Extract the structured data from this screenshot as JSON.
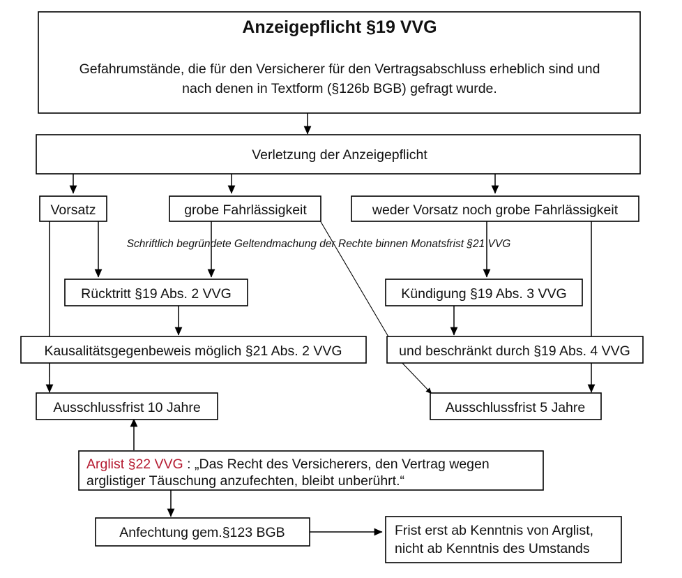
{
  "diagram": {
    "title": "Anzeigepflicht §19 VVG",
    "language": "de",
    "accent_red": "#B51A30",
    "text_color": "#111111",
    "box_stroke": "#000000",
    "background": "#ffffff"
  },
  "nodes": {
    "top": {
      "id": "anzeigepflicht",
      "heading": "Anzeigepflicht §19 VVG",
      "body_line1": "Gefahrumstände, die für den Versicherer für den Vertragsabschluss erheblich sind und",
      "body_line2": "nach denen in Textform (§126b BGB) gefragt wurde."
    },
    "violation": {
      "id": "verletzung",
      "label": "Verletzung der Anzeigepflicht",
      "color": "#B51A30"
    },
    "fault_levels": [
      {
        "id": "vorsatz",
        "label": "Vorsatz"
      },
      {
        "id": "grobe-fahrlaessigkeit",
        "label": "grobe Fahrlässigkeit"
      },
      {
        "id": "weder-vorsatz",
        "label": "weder Vorsatz noch grobe Fahrlässigkeit"
      }
    ],
    "note": {
      "id": "monatsfrist",
      "label": "Schriftlich begründete Geltendmachung der Rechte binnen Monatsfrist §21 VVG"
    },
    "remedies": [
      {
        "id": "ruecktritt",
        "label": "Rücktritt §19 Abs. 2 VVG"
      },
      {
        "id": "kuendigung",
        "label": "Kündigung §19 Abs. 3 VVG"
      }
    ],
    "limits": [
      {
        "id": "kausalitaetsgegenbeweis",
        "label": "Kausalitätsgegenbeweis möglich §21 Abs. 2 VVG"
      },
      {
        "id": "beschraenkt",
        "label": "und beschränkt durch §19 Abs. 4 VVG"
      }
    ],
    "deadlines": [
      {
        "id": "ausschlussfrist-10",
        "label": "Ausschlussfrist 10 Jahre"
      },
      {
        "id": "ausschlussfrist-5",
        "label": "Ausschlussfrist 5 Jahre"
      }
    ],
    "arglist": {
      "id": "arglist",
      "accent_label": "Arglist §22 VVG",
      "separator": " : ",
      "quote_line1": "„Das Recht des Versicherers, den Vertrag wegen",
      "quote_line2": "arglistiger Täuschung anzufechten, bleibt unberührt.“",
      "color": "#B51A30"
    },
    "anfechtung": {
      "id": "anfechtung",
      "label": "Anfechtung gem.§123 BGB"
    },
    "frist": {
      "id": "frist-kenntnis",
      "line1": "Frist erst ab Kenntnis von Arglist,",
      "line2": "nicht ab Kenntnis des Umstands"
    }
  },
  "edges": [
    {
      "from": "anzeigepflicht",
      "to": "verletzung",
      "kind": "arrow-down"
    },
    {
      "from": "verletzung",
      "to": "vorsatz",
      "kind": "arrow-down"
    },
    {
      "from": "verletzung",
      "to": "grobe-fahrlaessigkeit",
      "kind": "arrow-down"
    },
    {
      "from": "verletzung",
      "to": "weder-vorsatz",
      "kind": "arrow-down"
    },
    {
      "from": "vorsatz",
      "to": "ruecktritt",
      "kind": "arrow-down"
    },
    {
      "from": "grobe-fahrlaessigkeit",
      "to": "ruecktritt",
      "kind": "arrow-down"
    },
    {
      "from": "weder-vorsatz",
      "to": "kuendigung",
      "kind": "arrow-down"
    },
    {
      "from": "grobe-fahrlaessigkeit",
      "to": "beschraenkt",
      "kind": "diagonal"
    },
    {
      "from": "ruecktritt",
      "to": "kausalitaetsgegenbeweis",
      "kind": "arrow-down"
    },
    {
      "from": "kuendigung",
      "to": "beschraenkt",
      "kind": "arrow-down"
    },
    {
      "from": "vorsatz",
      "to": "ausschlussfrist-10",
      "kind": "arrow-down-bypass"
    },
    {
      "from": "kausalitaetsgegenbeweis",
      "to": "ausschlussfrist-10",
      "kind": "arrow-down"
    },
    {
      "from": "beschraenkt",
      "to": "ausschlussfrist-5",
      "kind": "diagonal-arrow"
    },
    {
      "from": "weder-vorsatz",
      "to": "ausschlussfrist-5",
      "kind": "arrow-down-bypass"
    },
    {
      "from": "arglist",
      "to": "ausschlussfrist-10",
      "kind": "arrow-up"
    },
    {
      "from": "arglist",
      "to": "anfechtung",
      "kind": "arrow-down"
    },
    {
      "from": "anfechtung",
      "to": "frist-kenntnis",
      "kind": "arrow-right"
    }
  ]
}
